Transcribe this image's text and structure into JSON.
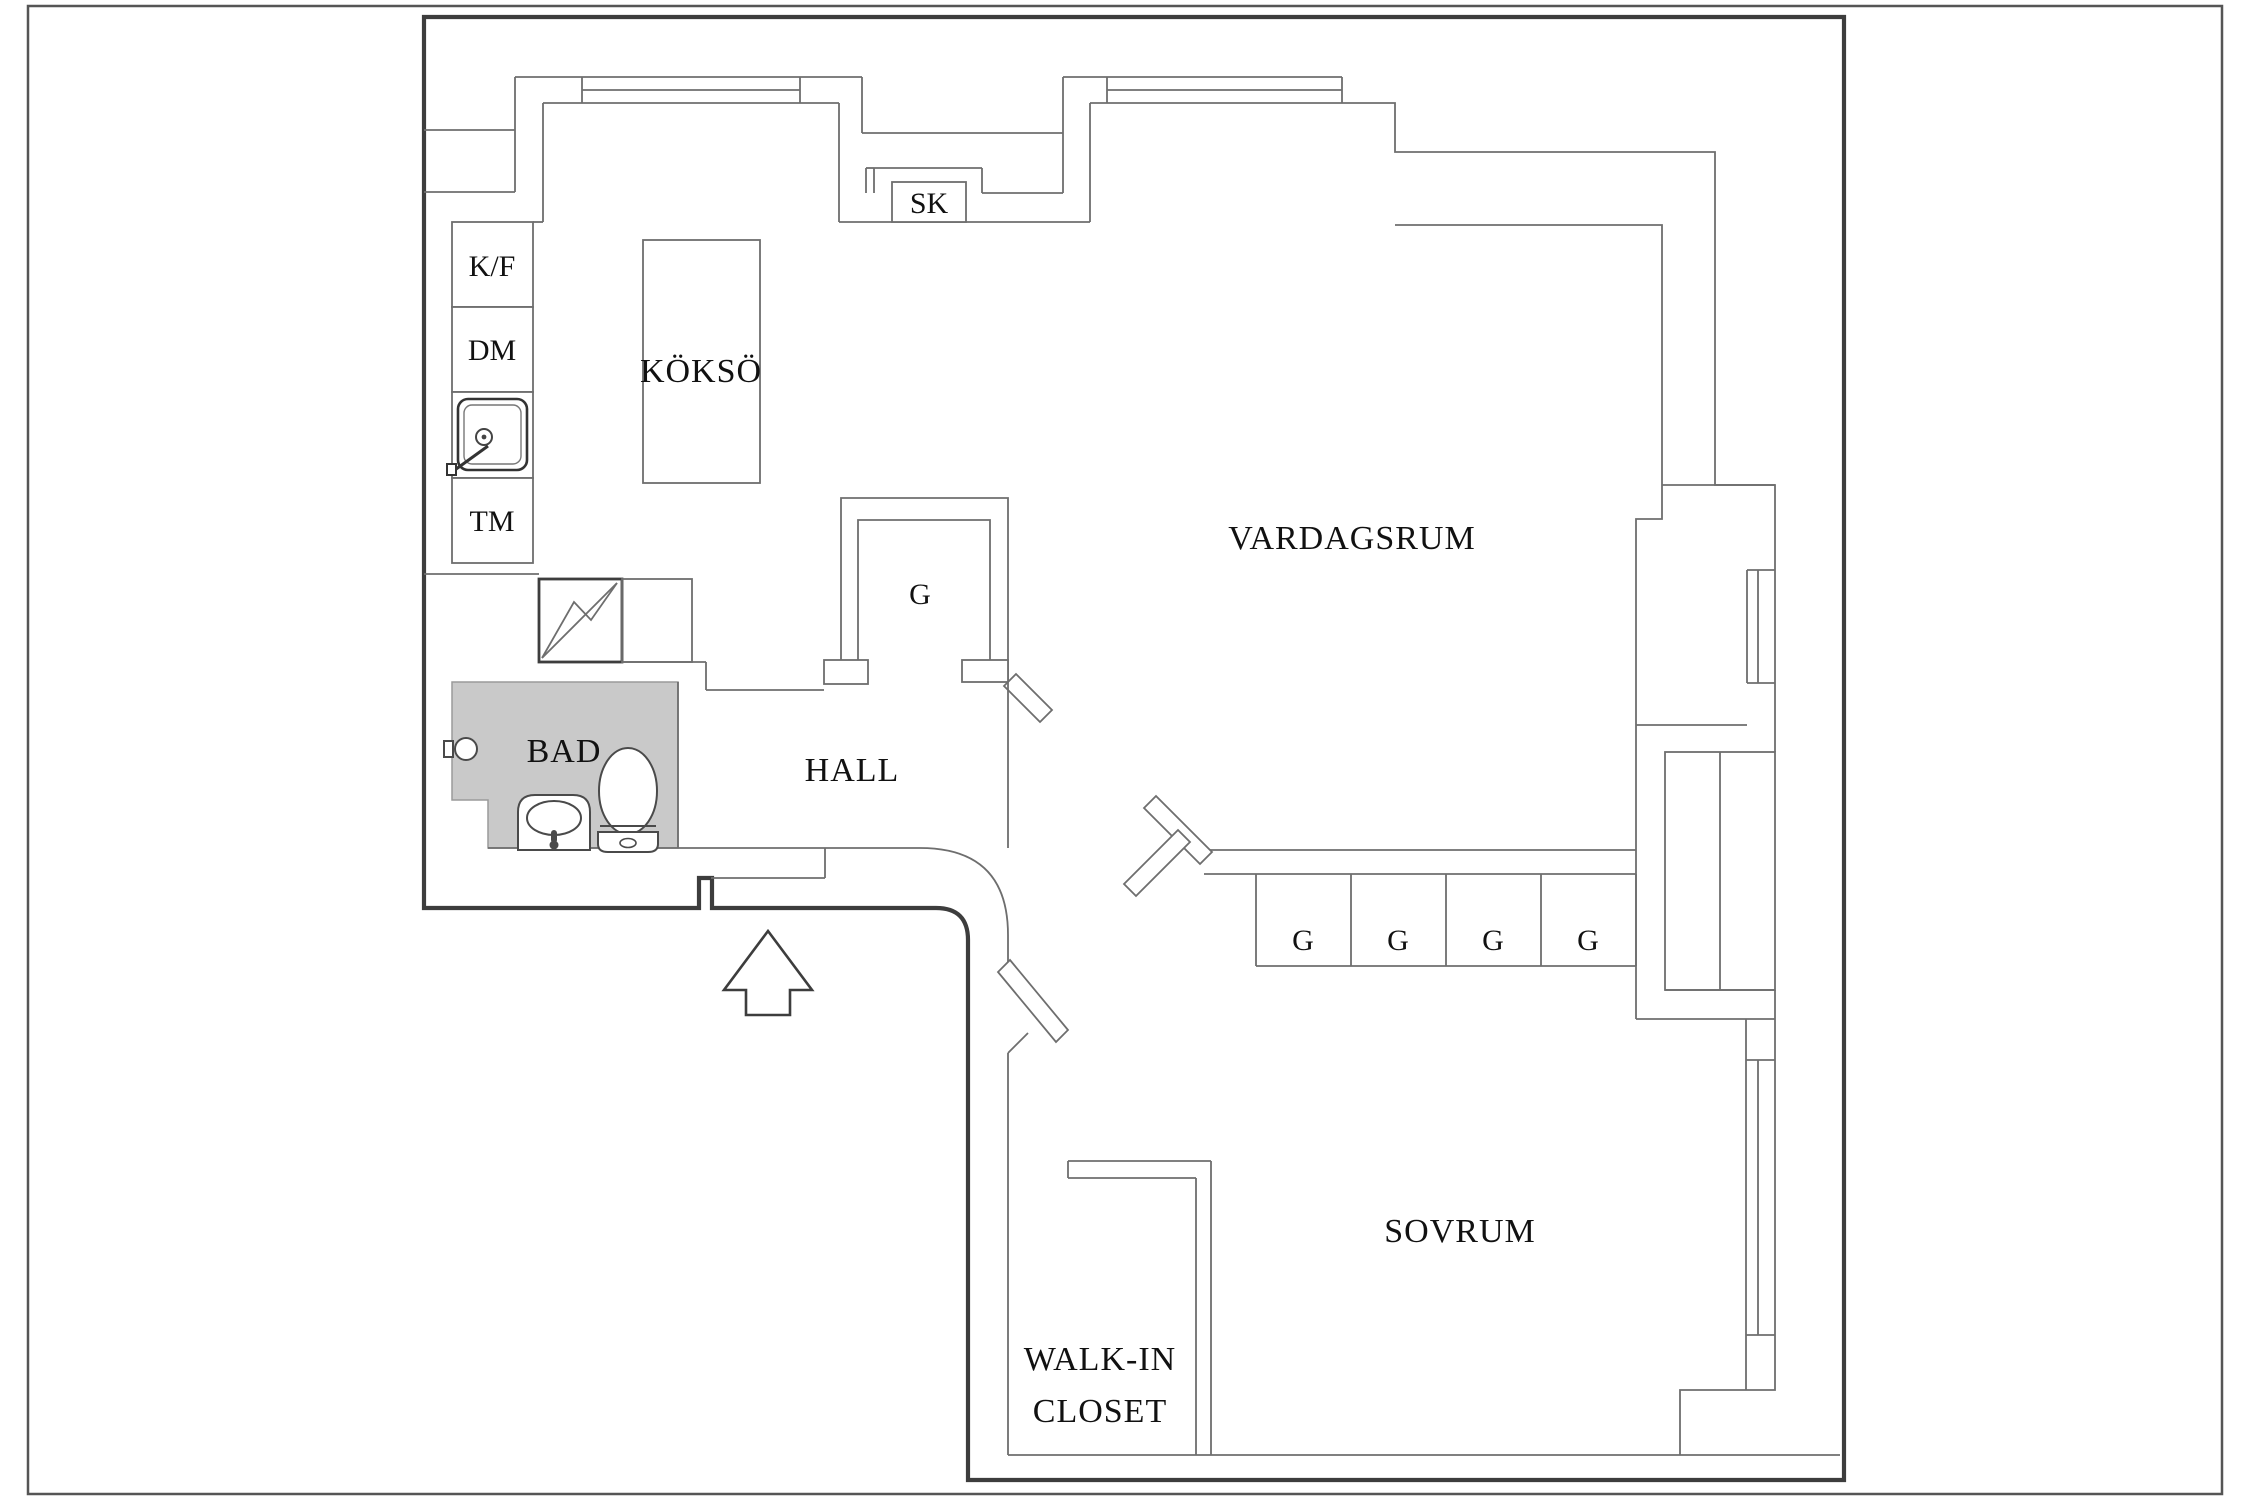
{
  "plan": {
    "rooms": {
      "living_room": "VARDAGSRUM",
      "bedroom": "SOVRUM",
      "hall": "HALL",
      "bathroom": "BAD",
      "walk_in_closet_line1": "WALK-IN",
      "walk_in_closet_line2": "CLOSET",
      "kitchen_island": "KÖKSÖ"
    },
    "closets": {
      "cleaning_closet": "SK",
      "hall_wardrobe": "G",
      "bedroom_wardrobes": [
        "G",
        "G",
        "G",
        "G"
      ]
    },
    "appliances": {
      "fridge_freezer": "K/F",
      "dishwasher": "DM",
      "washing_machine": "TM"
    },
    "colors": {
      "background": "#ffffff",
      "frame": "#555555",
      "outer_wall": "#3d3d3d",
      "inner_line": "#6e6e6e",
      "bathroom_fill": "#c9c9c9",
      "text": "#111111"
    }
  }
}
